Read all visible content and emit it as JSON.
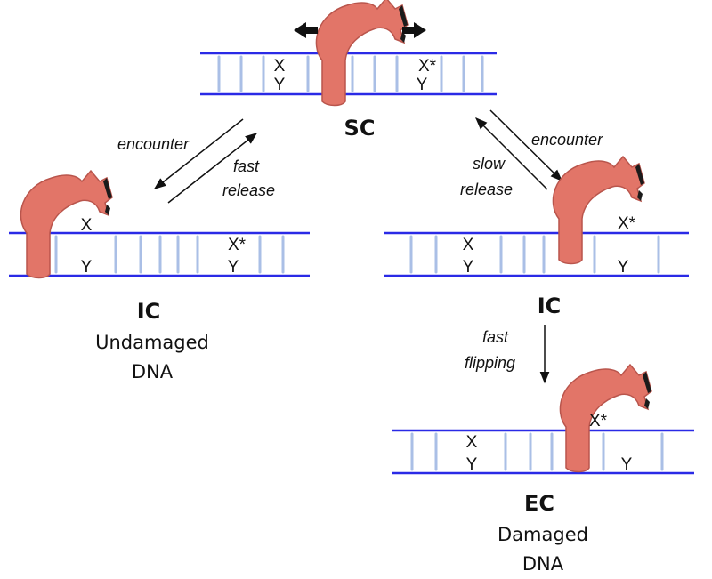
{
  "colors": {
    "strand": "#2a2ae6",
    "rung": "#aabfe6",
    "protein": "#e27568",
    "text": "#111111"
  },
  "sc": {
    "label": "SC",
    "top_bases": [
      "X",
      "X*"
    ],
    "bottom_bases": [
      "Y",
      "Y"
    ]
  },
  "ic_left": {
    "label": "IC",
    "sub_line1": "Undamaged",
    "sub_line2": "DNA",
    "top_bases": [
      "X",
      "X*"
    ],
    "bottom_bases": [
      "Y",
      "Y"
    ]
  },
  "ic_right": {
    "label": "IC",
    "top_bases": [
      "X",
      "X*"
    ],
    "bottom_bases": [
      "Y",
      "Y"
    ]
  },
  "ec": {
    "label": "EC",
    "sub_line1": "Damaged",
    "sub_line2": "DNA",
    "top_bases": [
      "X",
      "X*"
    ],
    "bottom_bases": [
      "Y",
      "Y"
    ]
  },
  "arrows": {
    "left_forward": "encounter",
    "left_back_line1": "fast",
    "left_back_line2": "release",
    "right_forward": "encounter",
    "right_back_line1": "slow",
    "right_back_line2": "release",
    "down_line1": "fast",
    "down_line2": "flipping"
  },
  "icons": [
    "protein-icon",
    "left-move-arrow-icon",
    "right-move-arrow-icon"
  ]
}
